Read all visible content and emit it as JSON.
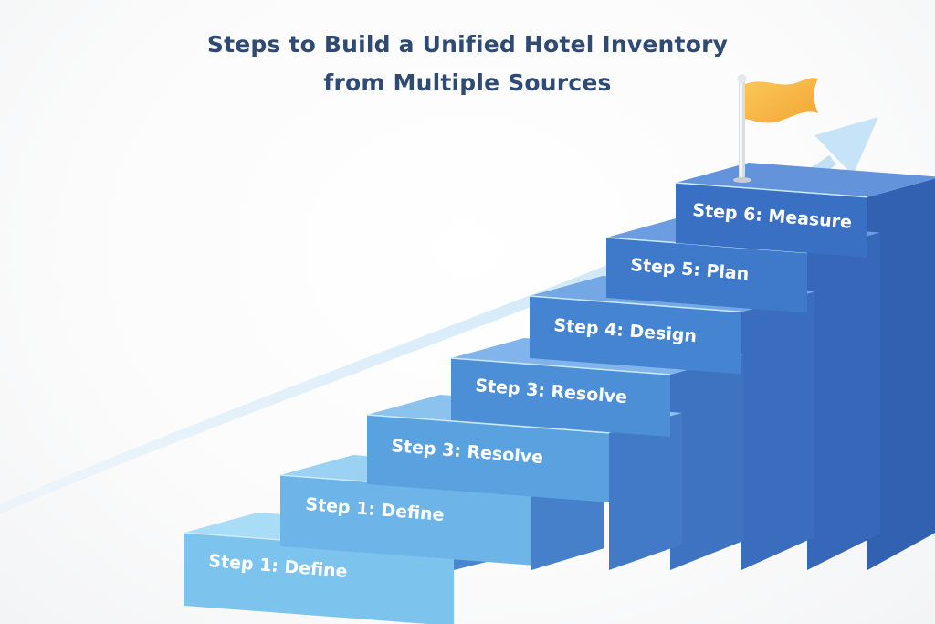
{
  "title": {
    "line1": "Steps to Build a Unified Hotel Inventory",
    "line2": "from Multiple Sources"
  },
  "steps": [
    {
      "label": "Step 1: Define"
    },
    {
      "label": "Step 1: Define"
    },
    {
      "label": "Step 3: Resolve"
    },
    {
      "label": "Step 3: Resolve"
    },
    {
      "label": "Step 4: Design"
    },
    {
      "label": "Step 5: Plan"
    },
    {
      "label": "Step 6: Measure"
    }
  ],
  "colors": {
    "title": "#2f4a73",
    "step_light": "#6fb6e8",
    "step_dark": "#3a6fc4",
    "side": "#3d6cc0",
    "arrow": "#cfe6f7",
    "flag": "#f7b844"
  },
  "icons": [
    "growth-arrow-icon",
    "flag-icon"
  ]
}
